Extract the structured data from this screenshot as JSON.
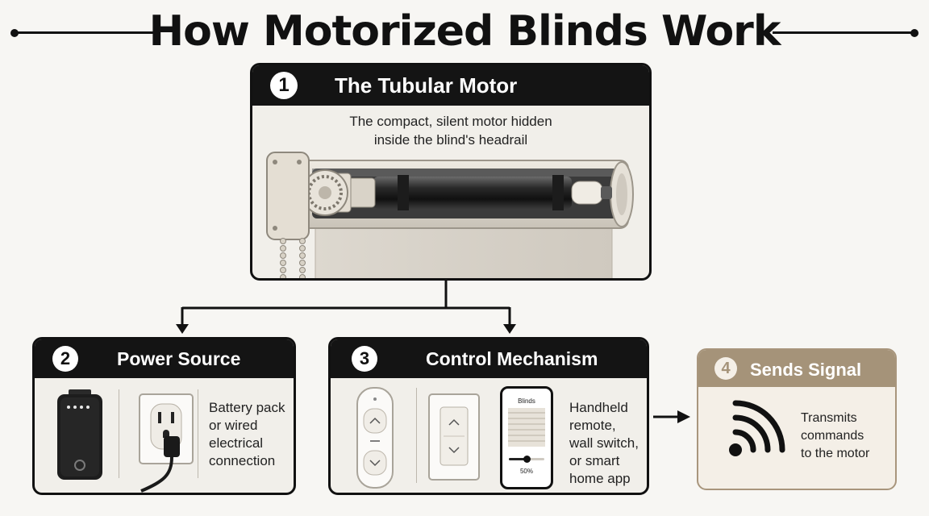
{
  "title": "How Motorized Blinds Work",
  "steps": [
    {
      "number": "1",
      "title": "The Tubular Motor",
      "description_lines": [
        "The compact, silent motor hidden",
        "inside the blind's headrail"
      ]
    },
    {
      "number": "2",
      "title": "Power Source",
      "description_lines": [
        "Battery pack",
        "or wired",
        "electrical",
        "connection"
      ]
    },
    {
      "number": "3",
      "title": "Control Mechanism",
      "description_lines": [
        "Handheld",
        "remote,",
        "wall switch,",
        "or smart",
        "home app"
      ],
      "app_title": "Blinds",
      "app_level_percent": "50%",
      "app_level_fraction": 0.5
    },
    {
      "number": "4",
      "title": "Sends Signal",
      "description_lines": [
        "Transmits",
        "commands",
        "to the motor"
      ]
    }
  ],
  "colors": {
    "background": "#f7f6f3",
    "header": "#141414",
    "card": "#f1efea",
    "step4_header": "#a59379",
    "step4_border": "#a8957c"
  },
  "icons": [
    "tubular-motor-illustration",
    "battery-pack-icon",
    "wall-outlet-icon",
    "remote-control-icon",
    "wall-switch-icon",
    "smartphone-app-icon",
    "wireless-signal-icon"
  ]
}
